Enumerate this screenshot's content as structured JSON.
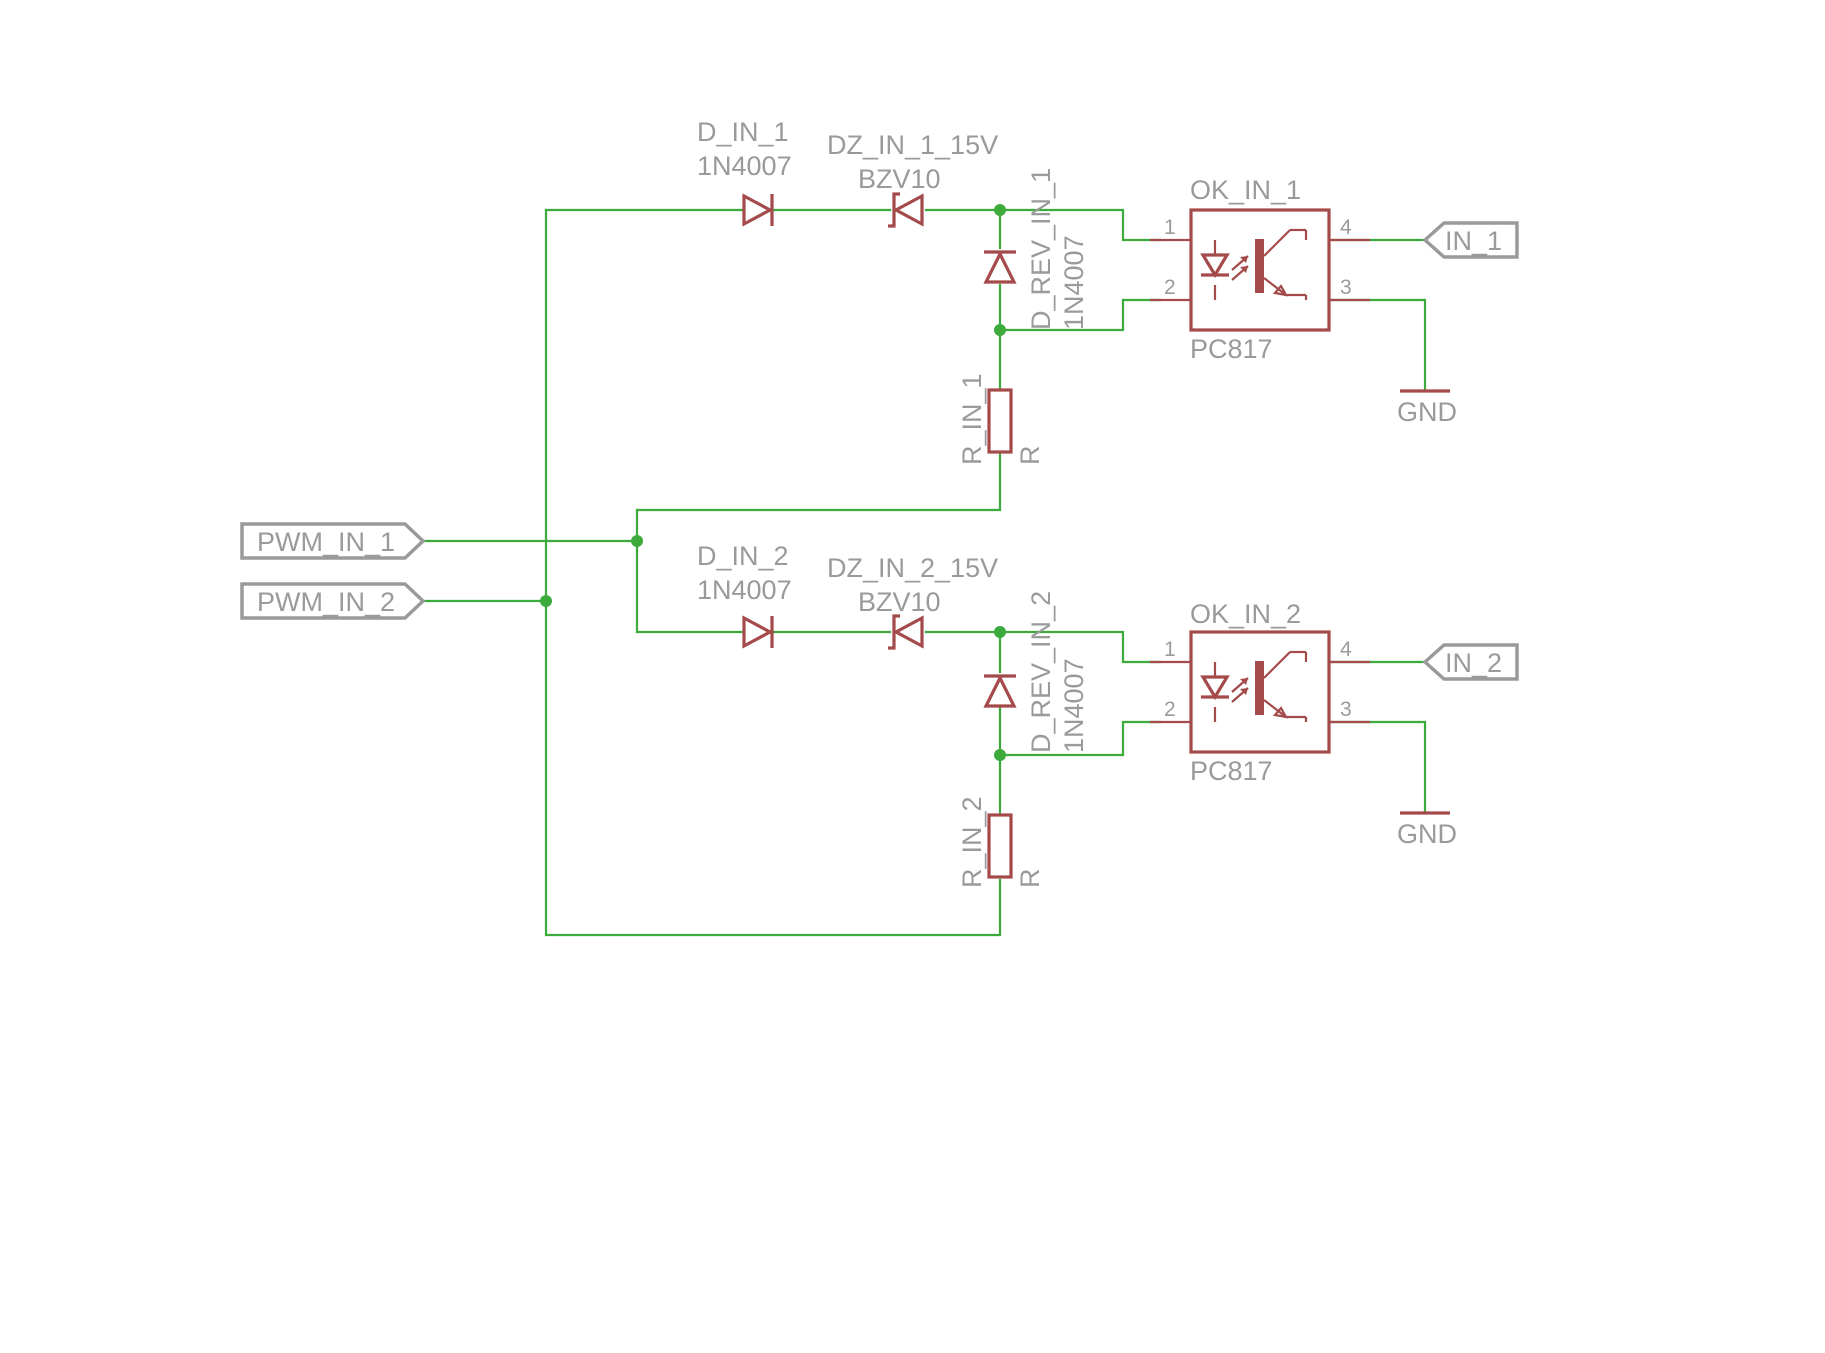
{
  "ports": {
    "pwm_in_1": "PWM_IN_1",
    "pwm_in_2": "PWM_IN_2",
    "in_1": "IN_1",
    "in_2": "IN_2"
  },
  "channel_1": {
    "diode_name": "D_IN_1",
    "diode_value": "1N4007",
    "zener_name": "DZ_IN_1_15V",
    "zener_value": "BZV10",
    "rev_diode_name": "D_REV_IN_1",
    "rev_diode_value": "1N4007",
    "resistor_name": "R_IN_1",
    "resistor_value": "R",
    "optocoupler_name": "OK_IN_1",
    "optocoupler_value": "PC817",
    "gnd_label": "GND"
  },
  "channel_2": {
    "diode_name": "D_IN_2",
    "diode_value": "1N4007",
    "zener_name": "DZ_IN_2_15V",
    "zener_value": "BZV10",
    "rev_diode_name": "D_REV_IN_2",
    "rev_diode_value": "1N4007",
    "resistor_name": "R_IN_2",
    "resistor_value": "R",
    "optocoupler_name": "OK_IN_2",
    "optocoupler_value": "PC817",
    "gnd_label": "GND"
  },
  "pins": {
    "p1": "1",
    "p2": "2",
    "p3": "3",
    "p4": "4"
  },
  "colors": {
    "wire": "#3cab3c",
    "component": "#a44a4a",
    "text": "#9a9a9a"
  }
}
